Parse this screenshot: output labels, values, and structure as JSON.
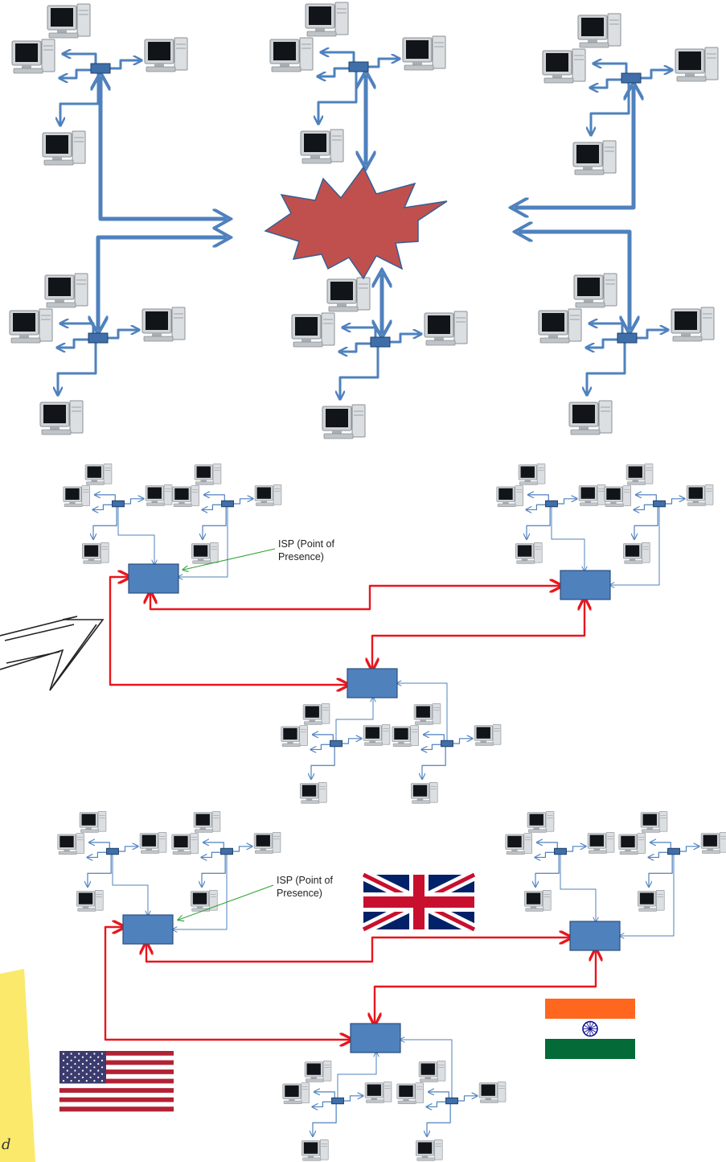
{
  "section1": {
    "cloud_color": "#c0504d"
  },
  "section2": {
    "isp_label": [
      "ISP (Point of",
      "Presence)"
    ]
  },
  "section3": {
    "isp_label": [
      "ISP (Point of",
      "Presence)"
    ]
  },
  "sticky_note": {
    "visible_text": "d"
  },
  "colors": {
    "link_blue": "#4f81bd",
    "isp_box": "#4f81bd",
    "backbone_red": "#e8161d",
    "pointer_green": "#2ca02c"
  },
  "flags": {
    "uk": "uk-flag",
    "india": "india-flag",
    "usa": "usa-flag"
  }
}
